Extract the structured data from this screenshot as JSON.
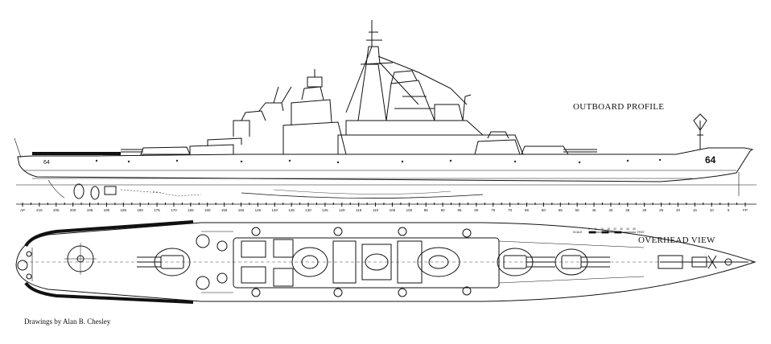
{
  "titles": {
    "profile": "OUTBOARD PROFILE",
    "overhead": "OVERHEAD VIEW",
    "credit": "Drawings by Alan B. Chesley"
  },
  "hull_number": "64",
  "frame_labels": [
    "AP",
    "215",
    "205",
    "200",
    "195",
    "190",
    "185",
    "180",
    "175",
    "170",
    "165",
    "160",
    "155",
    "150",
    "145",
    "140",
    "135",
    "130",
    "125",
    "120",
    "115",
    "110",
    "105",
    "100",
    "95",
    "90",
    "85",
    "80",
    "75",
    "70",
    "65",
    "60",
    "55",
    "50",
    "45",
    "40",
    "35",
    "30",
    "25",
    "20",
    "15",
    "10",
    "5",
    "FP"
  ],
  "scale": {
    "label": "SCALE",
    "ticks": [
      "0",
      "5",
      "10",
      "15",
      "20",
      "30",
      "40",
      "50"
    ],
    "unit": "FEET"
  },
  "colors": {
    "line": "#111111",
    "background": "#ffffff"
  }
}
